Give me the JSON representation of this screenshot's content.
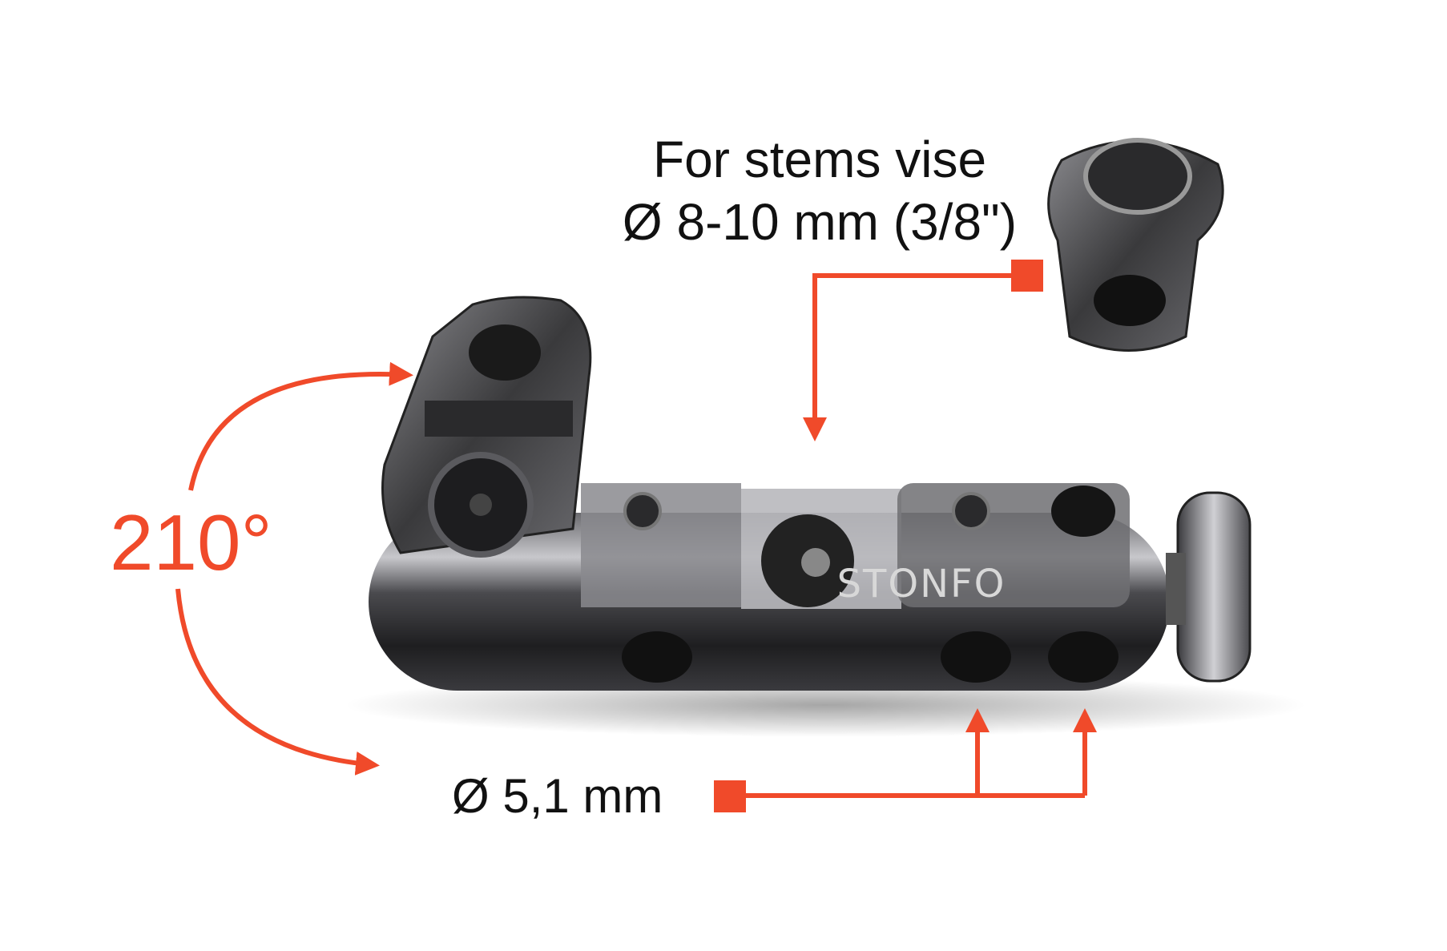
{
  "annotations": {
    "stems_line1": "For stems vise",
    "stems_line2": "Ø 8-10 mm (3/8\")",
    "angle": "210°",
    "hole_diameter": "Ø 5,1 mm"
  },
  "product": {
    "brand_engraving": "STONFO"
  },
  "colors": {
    "accent": "#f04a2a",
    "metal_dark": "#2a2a2c",
    "metal_light": "#9a9a9e"
  }
}
